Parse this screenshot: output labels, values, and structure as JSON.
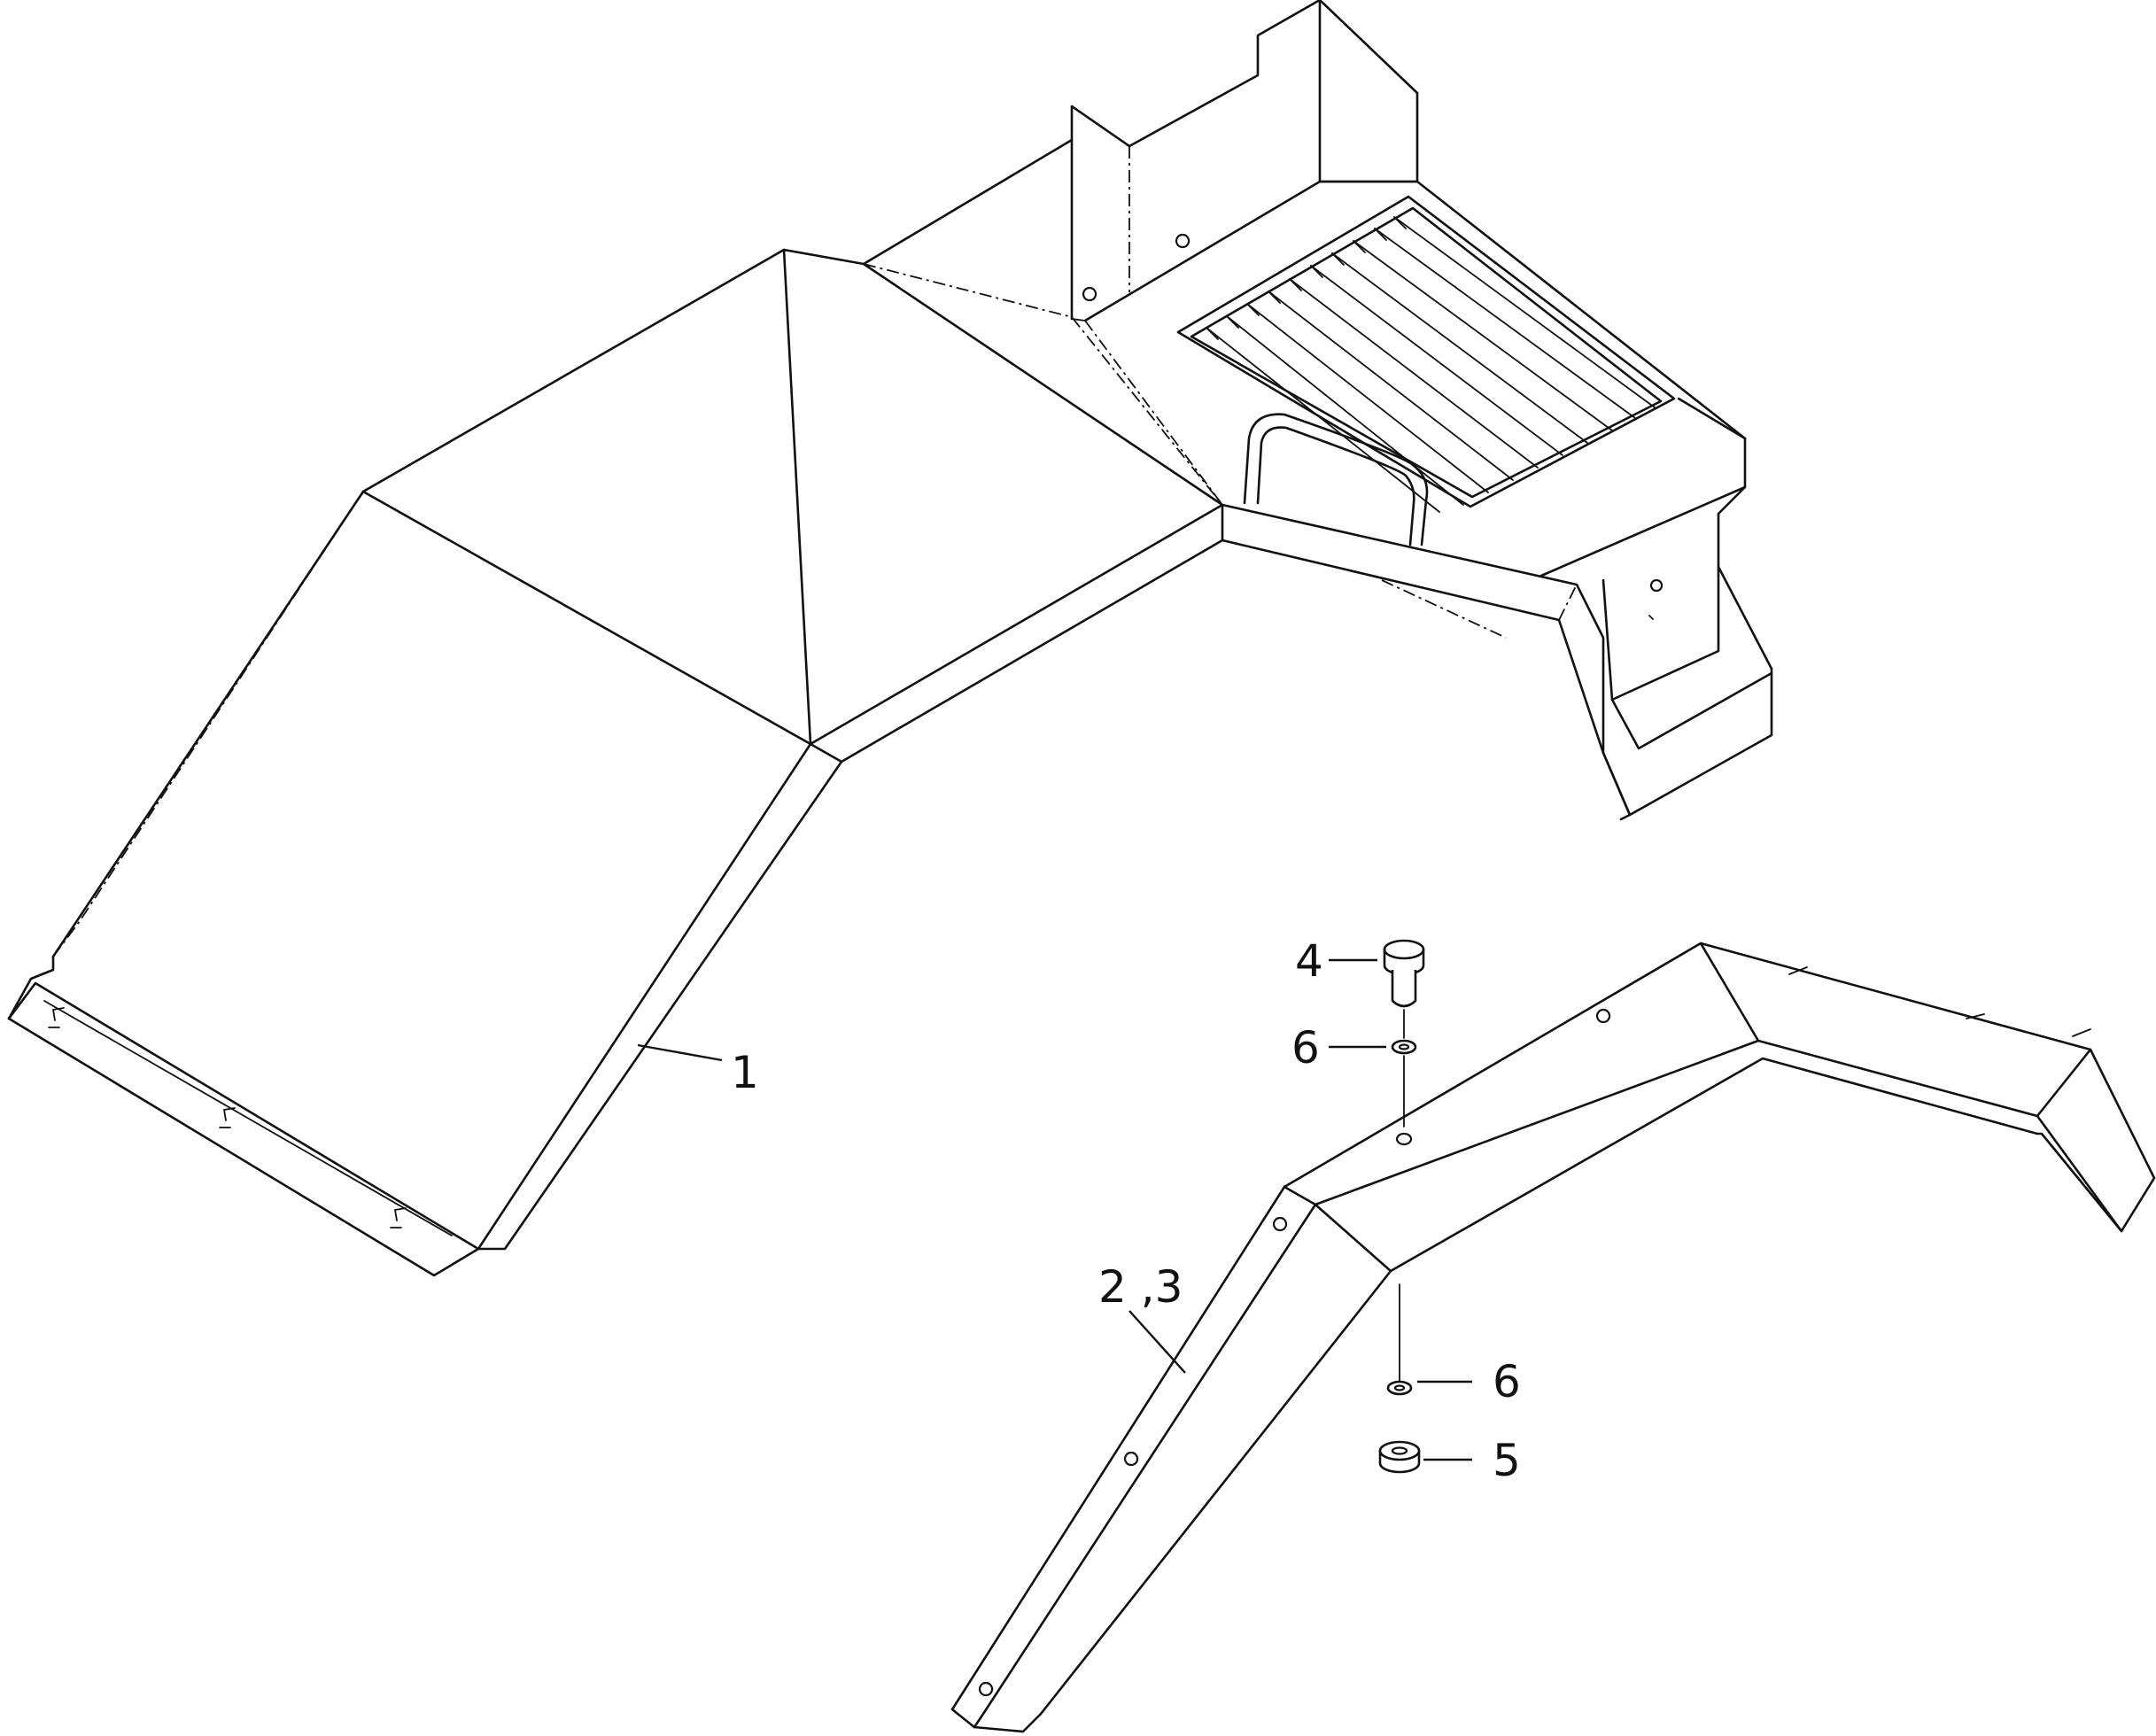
{
  "callouts": {
    "part_1": "1",
    "part_2_3": "2 ,3",
    "part_4": "4",
    "part_5": "5",
    "part_6_top": "6",
    "part_6_bottom": "6"
  },
  "colors": {
    "line": "#111111",
    "background": "#ffffff"
  }
}
